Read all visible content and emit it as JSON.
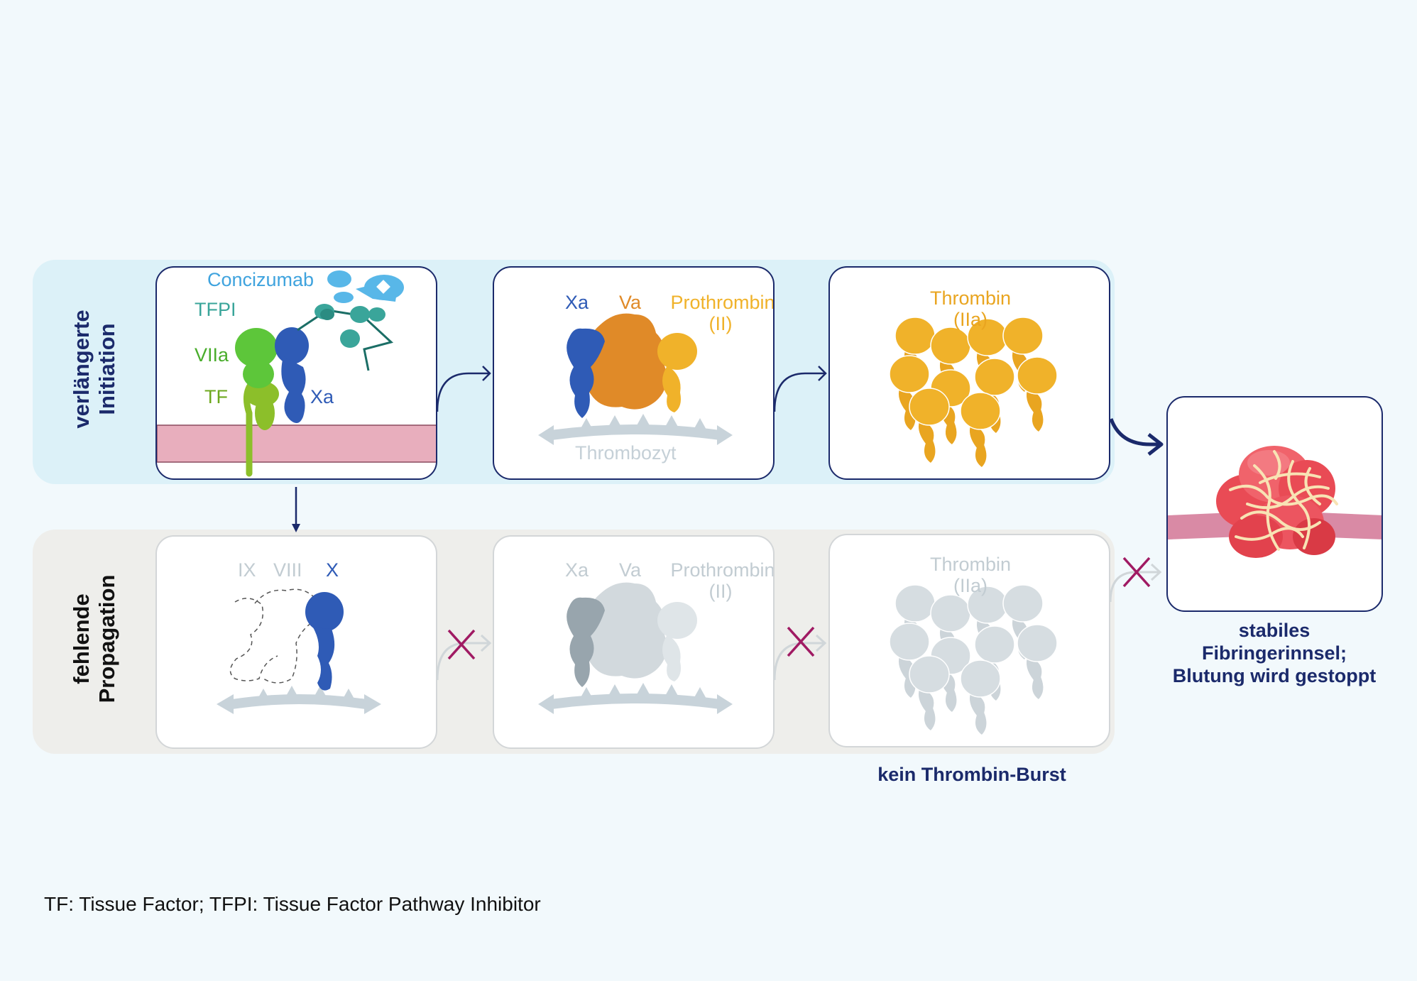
{
  "rows": {
    "initiation": {
      "line1": "verlängerte",
      "line2": "Initiation"
    },
    "propagation": {
      "line1": "fehlende",
      "line2": "Propagation"
    }
  },
  "panel1": {
    "concizumab": "Concizumab",
    "tfpi": "TFPI",
    "viia": "VIIa",
    "tf": "TF",
    "xa": "Xa"
  },
  "panel2": {
    "xa": "Xa",
    "va": "Va",
    "prothrombin": "Prothrombin",
    "prothrombin_sub": "(II)",
    "thrombozyt": "Thrombozyt"
  },
  "panel3": {
    "thrombin": "Thrombin",
    "thrombin_sub": "(IIa)"
  },
  "panel4": {
    "ix": "IX",
    "viii": "VIII",
    "x": "X"
  },
  "panel5": {
    "xa": "Xa",
    "va": "Va",
    "prothrombin": "Prothrombin",
    "prothrombin_sub": "(II)"
  },
  "panel6": {
    "thrombin": "Thrombin",
    "thrombin_sub": "(IIa)"
  },
  "outcome": {
    "line1": "stabiles",
    "line2": "Fibringerinnsel;",
    "line3": "Blutung wird gestoppt"
  },
  "no_burst": "kein Thrombin-Burst",
  "footnote": "TF: Tissue Factor; TFPI: Tissue Factor Pathway Inhibitor",
  "colors": {
    "navy": "#1b2a6b",
    "xa_blue": "#2f5bb6",
    "va_orange": "#e08a28",
    "prothrombin_yellow": "#f0b22a",
    "tfpi_teal": "#3aa59a",
    "concizumab_lightblue": "#58b7e8",
    "viia_green": "#5dc63a",
    "tf_green": "#8cbf2a",
    "membrane_pink": "#e8aebd",
    "blocked_magenta": "#a01a63",
    "inactive_gray": "#c9d1d6"
  }
}
